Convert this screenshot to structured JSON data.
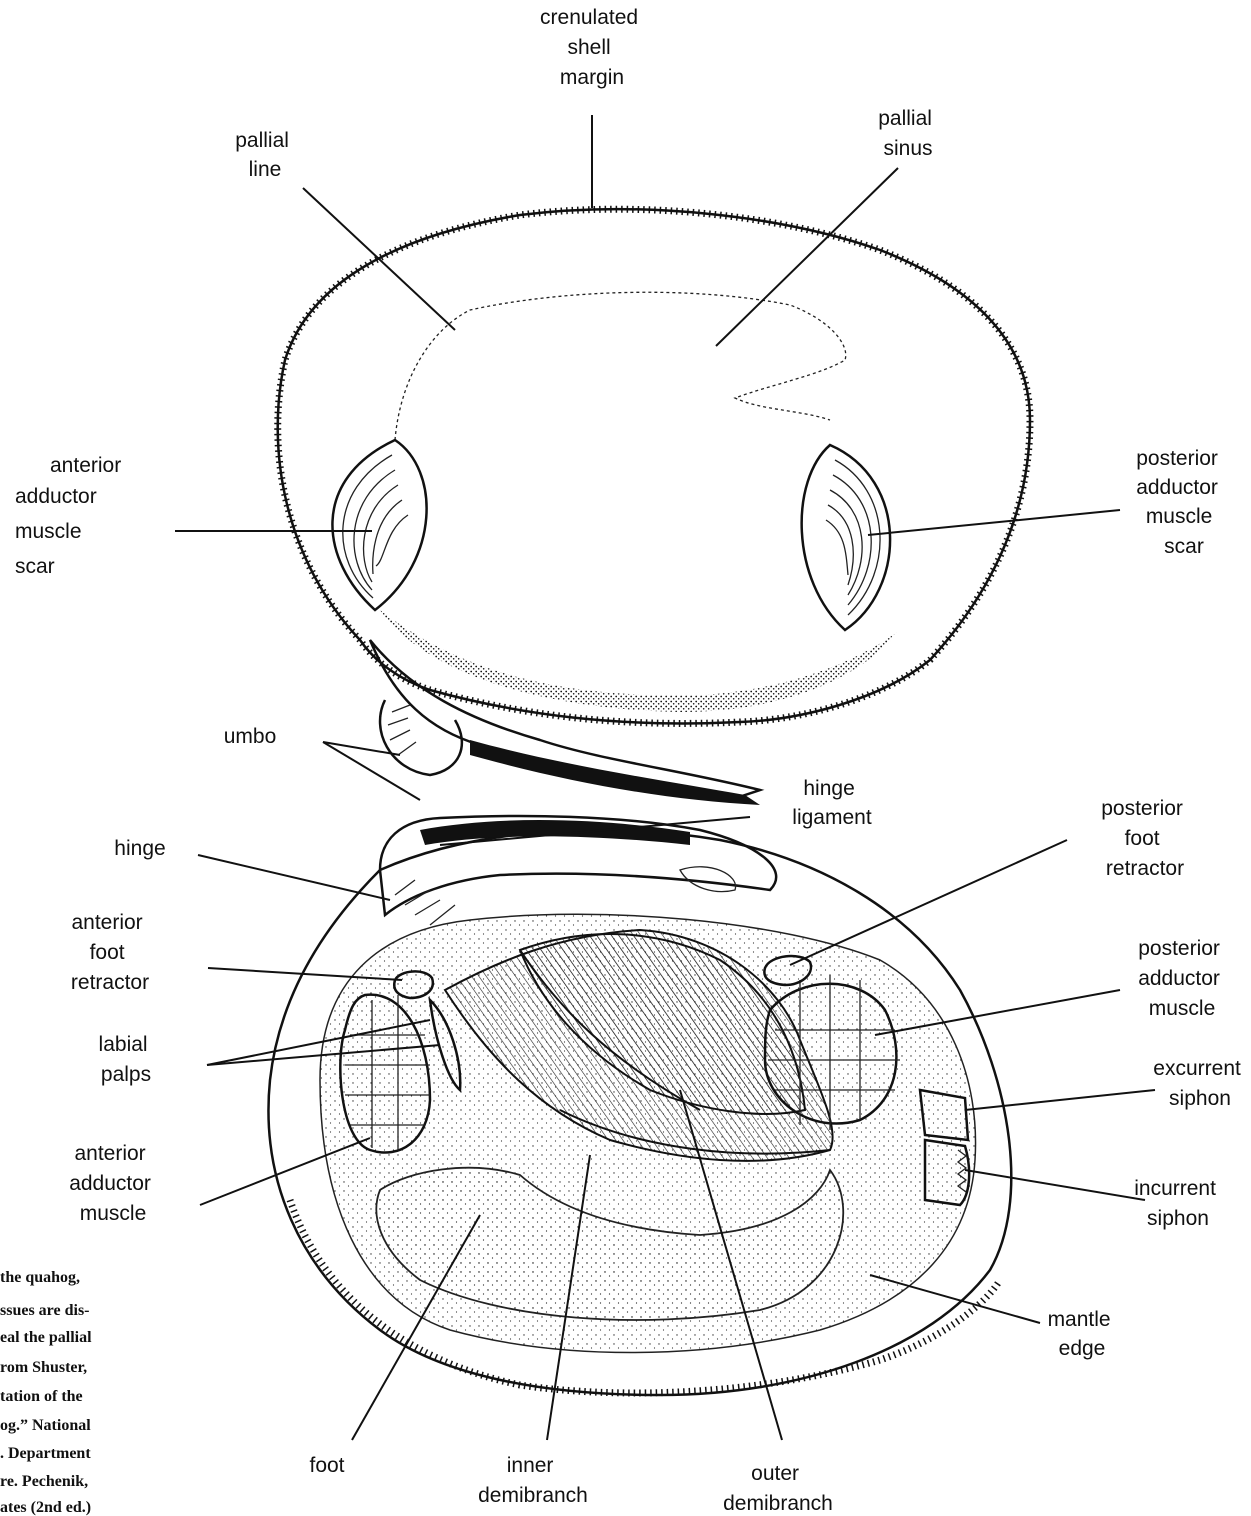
{
  "labels": {
    "crenulated": [
      "crenulated",
      "shell",
      "margin"
    ],
    "pallial_line": [
      "pallial",
      "line"
    ],
    "pallial_sinus": [
      "pallial",
      "sinus"
    ],
    "anterior_adductor_scar": [
      "anterior",
      "adductor",
      "muscle",
      "scar"
    ],
    "posterior_adductor_scar": [
      "posterior",
      "adductor",
      "muscle",
      "scar"
    ],
    "umbo": [
      "umbo"
    ],
    "hinge_ligament": [
      "hinge",
      "ligament"
    ],
    "hinge": [
      "hinge"
    ],
    "posterior_foot_retractor": [
      "posterior",
      "foot",
      "retractor"
    ],
    "anterior_foot_retractor": [
      "anterior",
      "foot",
      "retractor"
    ],
    "posterior_adductor_muscle": [
      "posterior",
      "adductor",
      "muscle"
    ],
    "labial_palps": [
      "labial",
      "palps"
    ],
    "excurrent_siphon": [
      "excurrent",
      "siphon"
    ],
    "anterior_adductor_muscle": [
      "anterior",
      "adductor",
      "muscle"
    ],
    "incurrent_siphon": [
      "incurrent",
      "siphon"
    ],
    "mantle_edge": [
      "mantle",
      "edge"
    ],
    "foot": [
      "foot"
    ],
    "inner_demibranch": [
      "inner",
      "demibranch"
    ],
    "outer_demibranch": [
      "outer",
      "demibranch"
    ]
  },
  "caption": [
    "the quahog,",
    "ssues are dis-",
    "eal the pallial",
    "rom Shuster,",
    "tation of the",
    "og.” National",
    ". Department",
    "re. Pechenik,",
    "ates (2nd ed.)"
  ],
  "colors": {
    "ink": "#111111",
    "background": "#ffffff"
  }
}
